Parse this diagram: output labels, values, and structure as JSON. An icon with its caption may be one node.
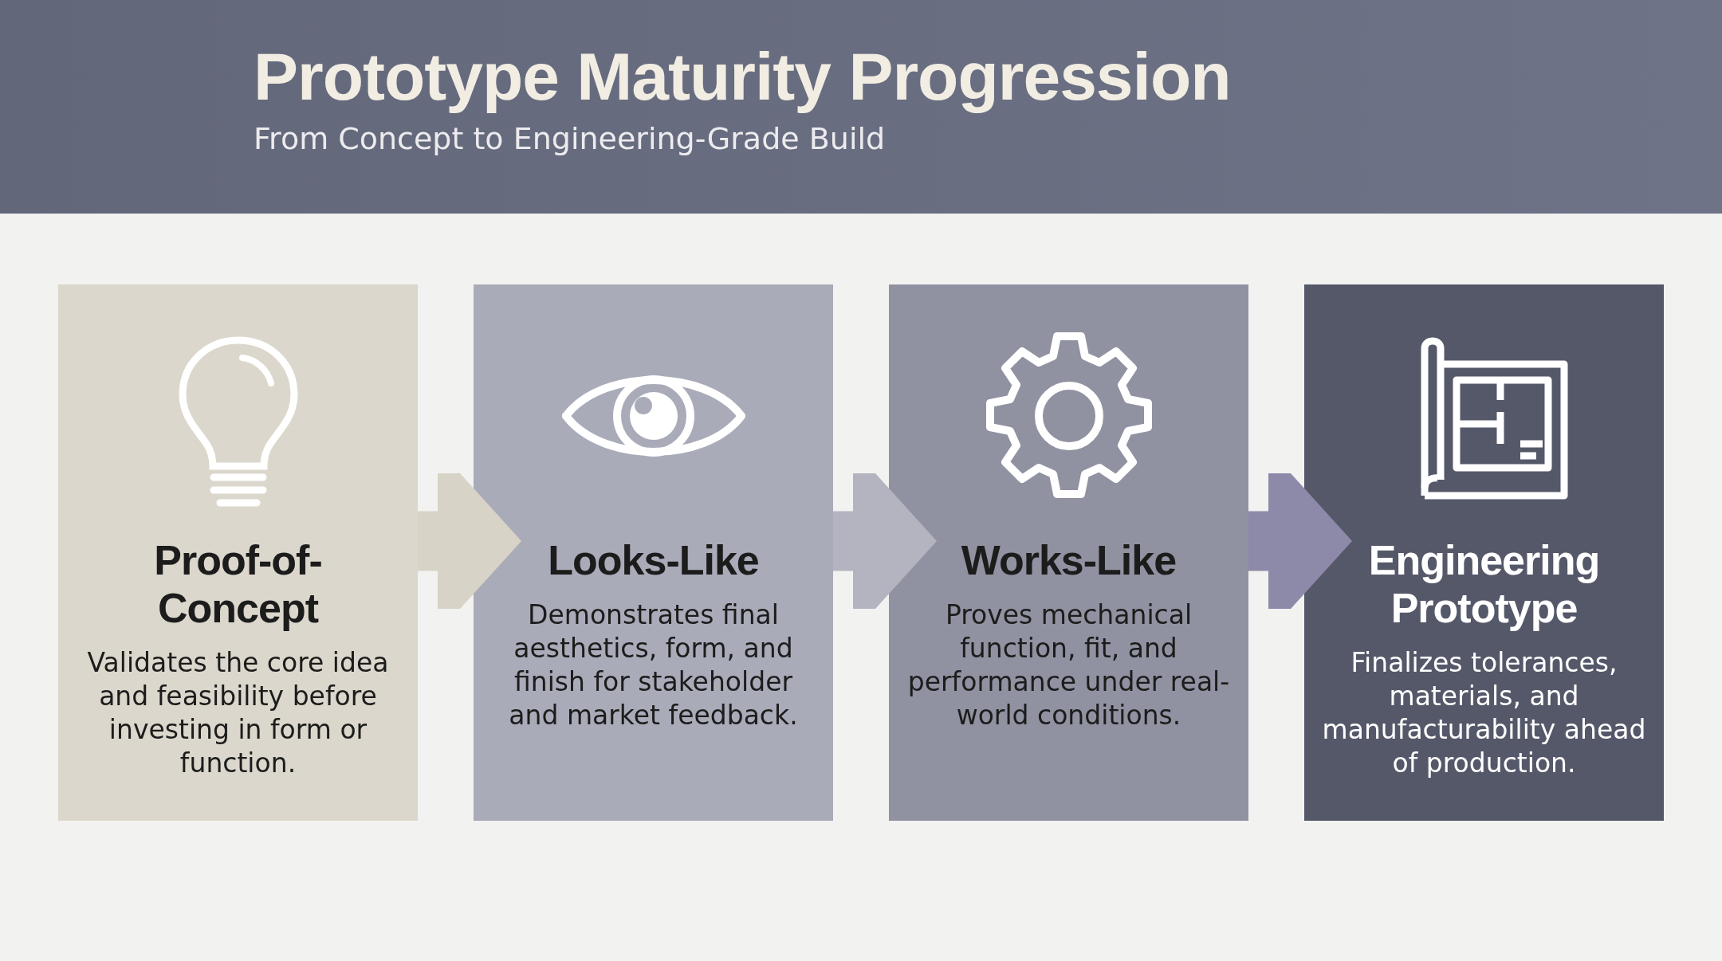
{
  "diagram": {
    "title": "Prototype Maturity Progression",
    "nodes": [
      {
        "text": [
          "Proof-of-Concept",
          "Validates the core idea and feasibility before investing in form or function."
        ]
      },
      {
        "text": [
          "Looks-Like",
          "Demonstrates final aesthetics, form, and finish for stakeholder and market feedback."
        ]
      },
      {
        "text": [
          "Works-Like",
          "Proves mechanical function, fit, and performance under real-world conditions."
        ]
      },
      {
        "text": [
          "Engineering Prototype",
          "Finalizes tolerances, materials, and manufacturability ahead of production."
        ]
      }
    ],
    "edges": [
      {
        "from": 0,
        "to": 1,
        "arrow": "to",
        "color": "#d8d3c7"
      },
      {
        "from": 1,
        "to": 2,
        "arrow": "to",
        "color": "#b3b4c0"
      },
      {
        "from": 2,
        "to": 3,
        "arrow": "to",
        "color": "#8d89a8"
      }
    ],
    "labels": [
      "From Concept to Engineering-Grade Build"
    ]
  }
}
